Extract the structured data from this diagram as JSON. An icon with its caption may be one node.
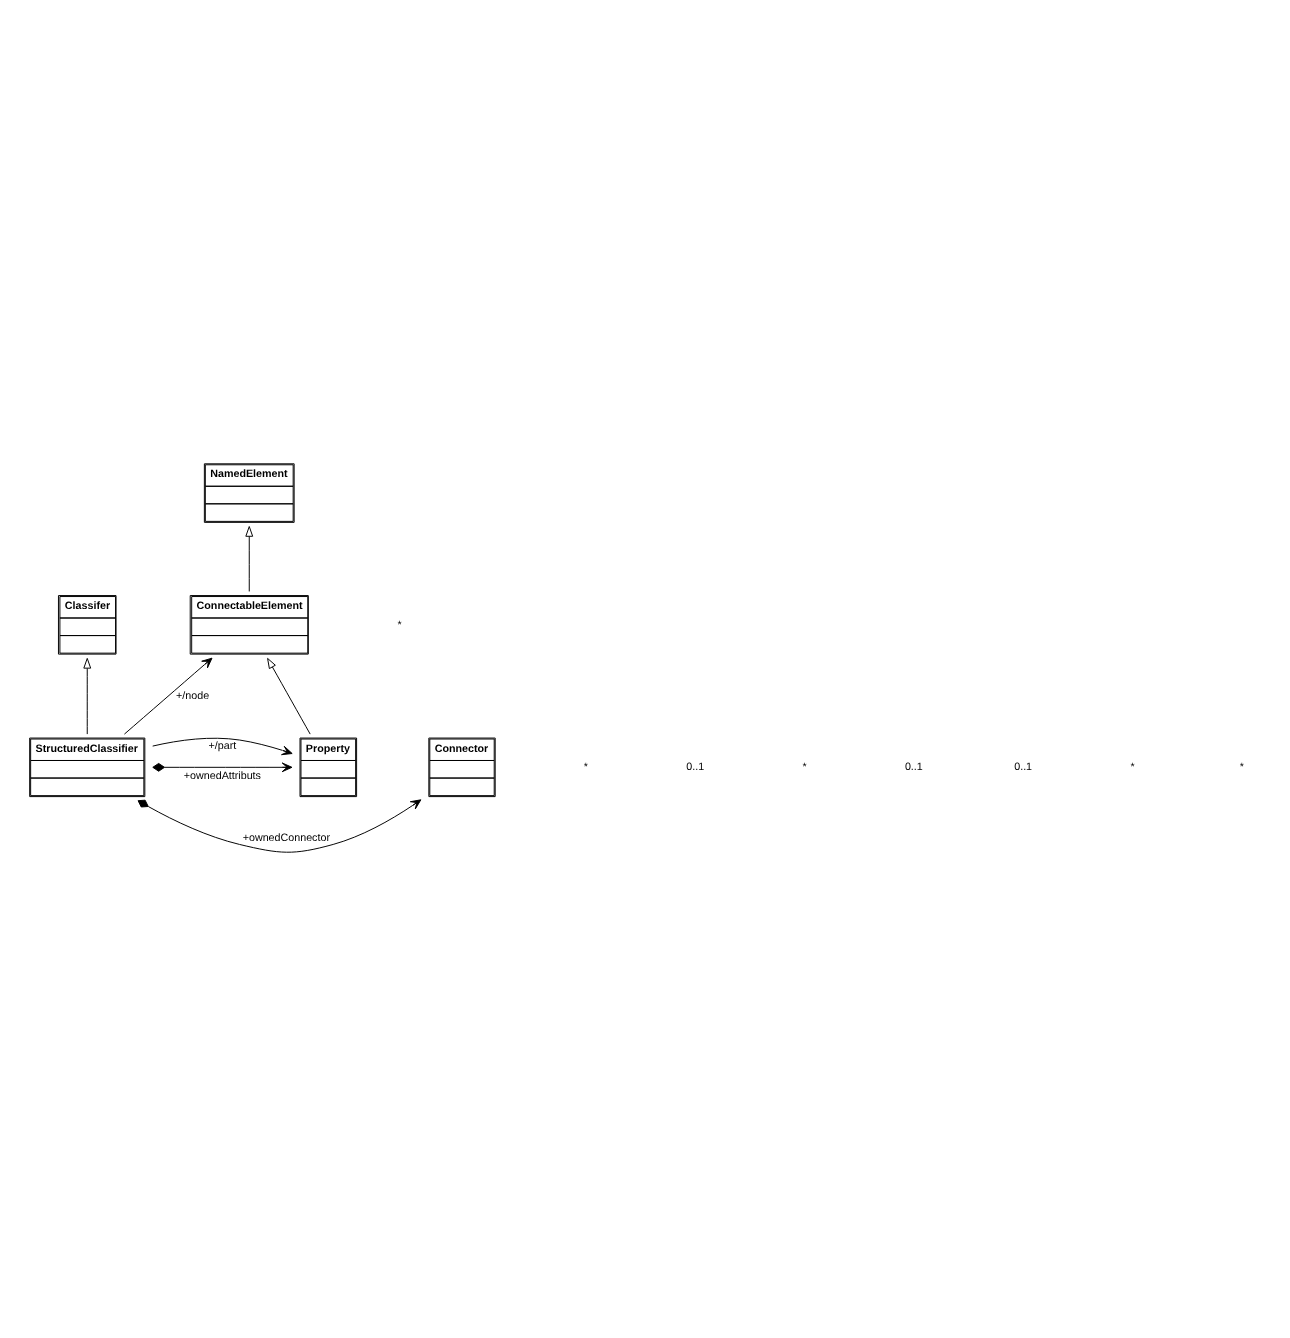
{
  "diagram": {
    "nodes": [
      {
        "text": [
          "Classifer"
        ]
      },
      {
        "text": [
          "NamedElement"
        ]
      },
      {
        "text": [
          "ConnectableElement"
        ]
      },
      {
        "text": [
          "StructuredClassifier"
        ]
      },
      {
        "text": [
          "Property"
        ]
      },
      {
        "text": [
          "Connector"
        ]
      }
    ],
    "edges": [
      {
        "from": 3,
        "to": 0,
        "arrow": "to"
      },
      {
        "from": 2,
        "to": 1,
        "arrow": "to"
      },
      {
        "from": 4,
        "to": 2,
        "arrow": "to"
      },
      {
        "from": 3,
        "to": 2,
        "arrow": "to",
        "label": "+/node"
      },
      {
        "from": 3,
        "to": 4,
        "arrow": "to",
        "label": "+ownedAttributs"
      },
      {
        "from": 3,
        "to": 4,
        "arrow": "to",
        "label": "+/part"
      },
      {
        "from": 3,
        "to": 5,
        "arrow": "to",
        "label": "+ownedConnector"
      }
    ],
    "labels": [
      "*",
      "*",
      "0..1",
      "*",
      "0..1",
      "0..1",
      "*",
      "*"
    ]
  }
}
